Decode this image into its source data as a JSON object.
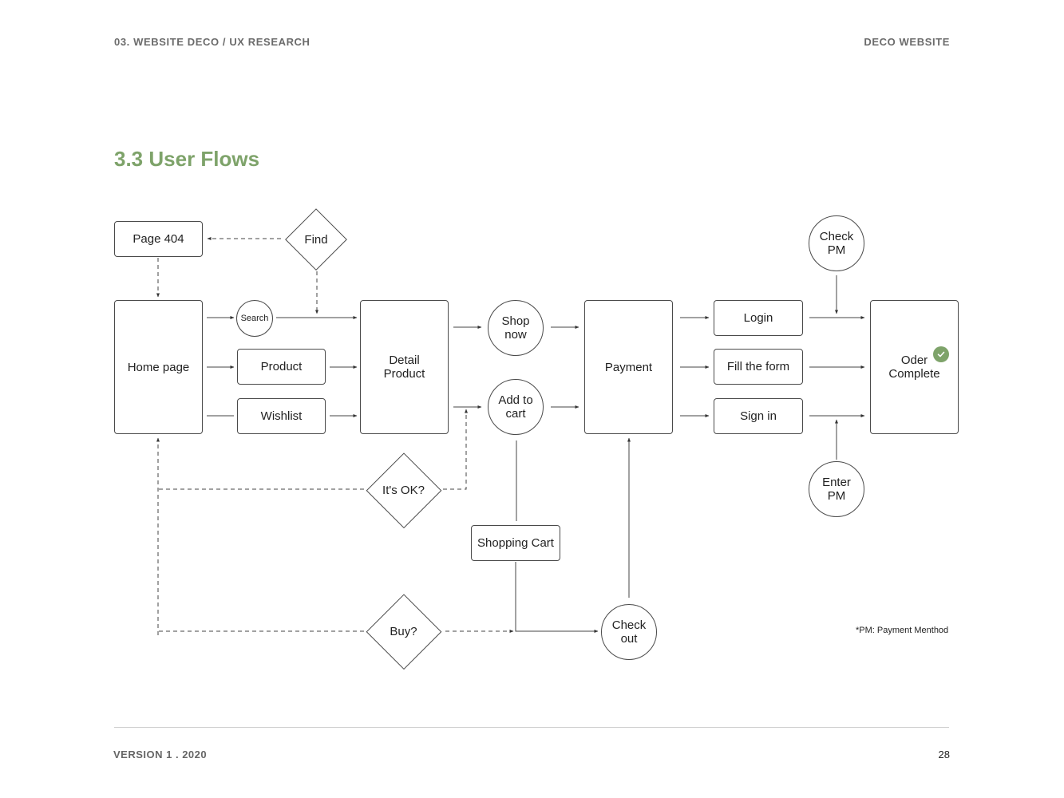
{
  "header": {
    "left": "03. WEBSITE DECO / UX RESEARCH",
    "right": "DECO WEBSITE"
  },
  "title": "3.3 User Flows",
  "nodes": {
    "page404": "Page 404",
    "find": "Find",
    "home": "Home page",
    "search": "Search",
    "product": "Product",
    "wishlist": "Wishlist",
    "detail_line1": "Detail",
    "detail_line2": "Product",
    "shop_line1": "Shop",
    "shop_line2": "now",
    "cart_line1": "Add to",
    "cart_line2": "cart",
    "its_ok": "It's OK?",
    "shopping_cart": "Shopping Cart",
    "buy": "Buy?",
    "checkout_line1": "Check",
    "checkout_line2": "out",
    "payment": "Payment",
    "login": "Login",
    "fill_form": "Fill the form",
    "sign_in": "Sign in",
    "check_pm_line1": "Check",
    "check_pm_line2": "PM",
    "enter_pm_line1": "Enter",
    "enter_pm_line2": "PM",
    "complete_line1": "Oder",
    "complete_line2": "Complete"
  },
  "note": "*PM: Payment Menthod",
  "colors": {
    "accent": "#7ea36a",
    "line": "#4a4a4a"
  },
  "footer": {
    "left": "VERSION 1 . 2020",
    "page": "28"
  }
}
